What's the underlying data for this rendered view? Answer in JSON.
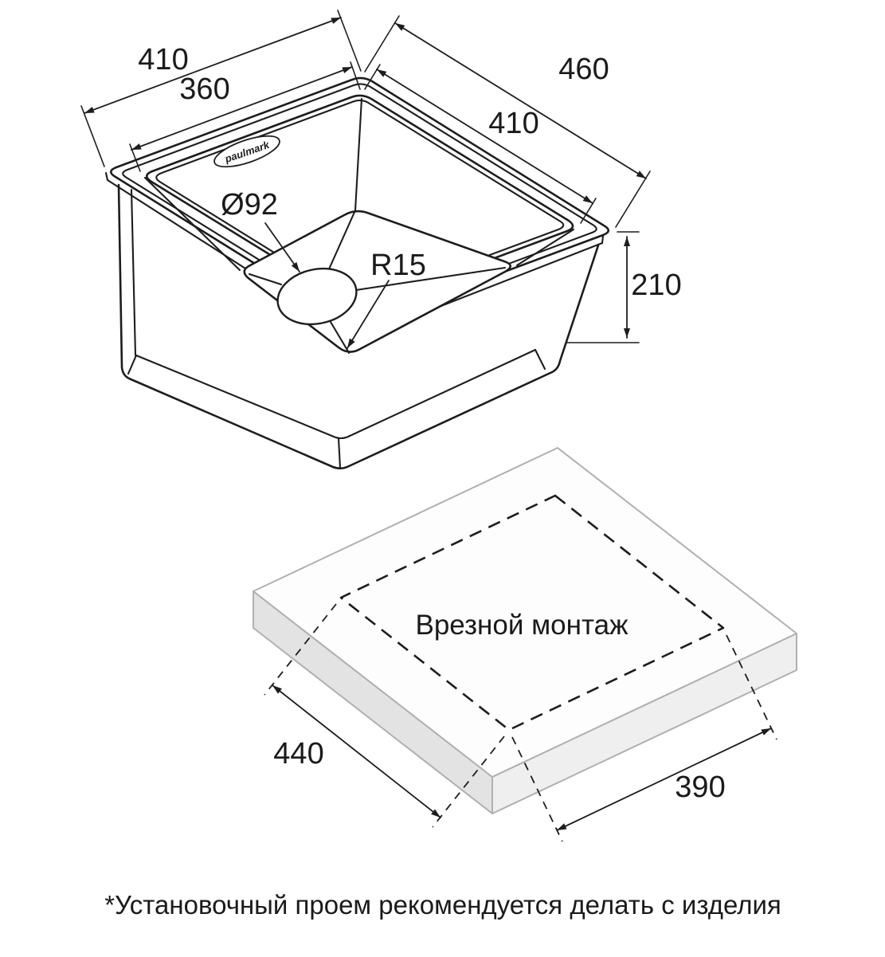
{
  "page": {
    "background": "#ffffff"
  },
  "sink_view": {
    "brand": "paulmark",
    "dim_outer_left": "410",
    "dim_inner_left": "360",
    "dim_outer_right": "460",
    "dim_inner_right": "410",
    "dim_drain": "Ø92",
    "dim_radius": "R15",
    "dim_depth": "210"
  },
  "mount_view": {
    "title": "Врезной монтаж",
    "dim_left": "440",
    "dim_right": "390"
  },
  "footnote": "*Установочный проем рекомендуется делать с изделия",
  "colors": {
    "line": "#1d1d1d",
    "slab_outline": "#b0b0b0",
    "slab_top": "#fdfdfd",
    "slab_left": "#e3e3e3",
    "slab_right": "#efefef"
  }
}
